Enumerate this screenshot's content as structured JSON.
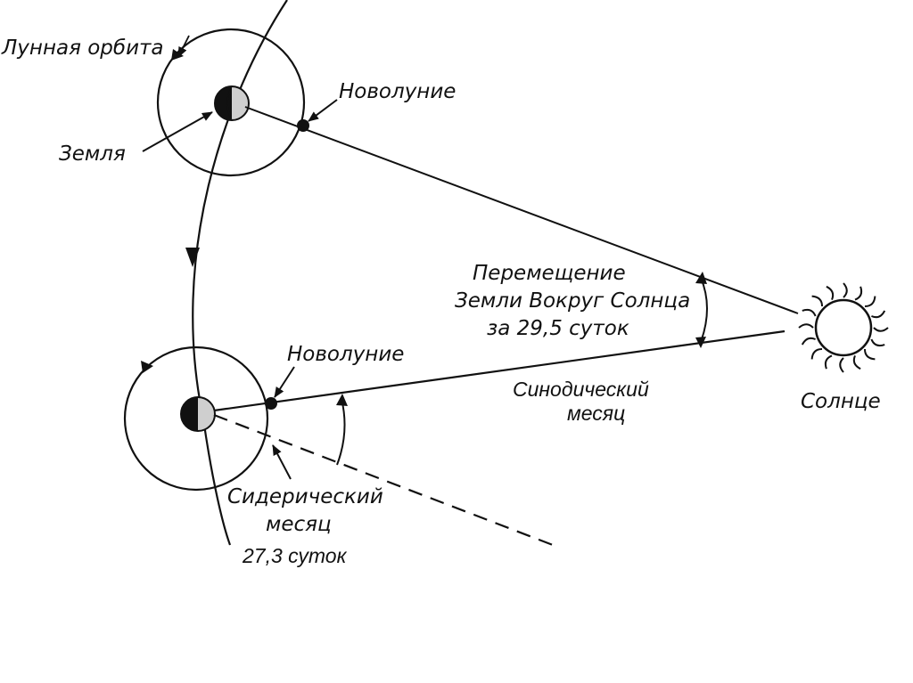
{
  "labels": {
    "lunar_orbit": "Лунная орбита",
    "earth": "Земля",
    "new_moon_top": "Новолуние",
    "new_moon_bottom": "Новолуние",
    "displacement_line1": "Перемещение",
    "displacement_line2": "Земли Вокруг Солнца",
    "displacement_line3": "за 29,5 суток",
    "sun": "Солнце",
    "synodic_line1": "Синодический",
    "synodic_line2": "месяц",
    "sidereal_line1": "Сидерический",
    "sidereal_line2": "месяц",
    "sidereal_days": "27,3 суток"
  },
  "colors": {
    "ink": "#111111",
    "moon_lit": "#cfcfcf",
    "background": "#ffffff"
  }
}
